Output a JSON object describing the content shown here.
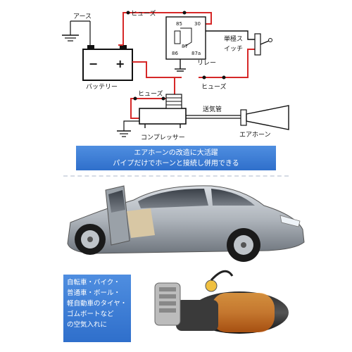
{
  "diagram": {
    "ground_label": "アース",
    "battery_label": "バッテリー",
    "battery_minus": "−",
    "battery_plus": "+",
    "fuse_top_label": "ヒューズ",
    "fuse_mid_label": "ヒューズ",
    "fuse_bottom_label": "ヒューズ",
    "relay_label": "リレー",
    "relay_pins": {
      "p85": "85",
      "p30": "30",
      "p87": "87",
      "p86": "86",
      "p87a": "87a"
    },
    "switch_label_1": "単極ス",
    "switch_label_2": "イッチ",
    "compressor_label": "コンプレッサー",
    "air_pipe_label": "送気管",
    "air_horn_label": "エアホーン",
    "colors": {
      "wire_red": "#d62828",
      "wire_black": "#111111"
    }
  },
  "banner": {
    "line1": "エアホーンの改造に大活躍",
    "line2": "パイプだけでホーンと接続し併用できる",
    "color": "#3c7fd8"
  },
  "callout": {
    "lines": [
      "自転車・バイク・",
      "普通車・ボール・",
      "軽自動車のタイヤ・",
      "ゴムボートなど",
      "の空気入れに"
    ]
  }
}
